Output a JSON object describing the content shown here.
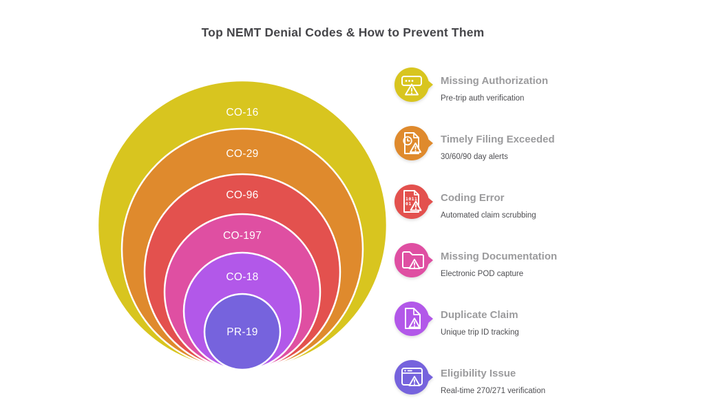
{
  "page": {
    "title": "Top NEMT Denial Codes & How to Prevent Them",
    "background": "#ffffff"
  },
  "chart_data": {
    "type": "nested-circles",
    "title": "Top NEMT Denial Codes & How to Prevent Them",
    "layout": "six concentric circles tangent at the bottom, largest (most common) outermost; matching legend on the right",
    "rings": [
      {
        "code": "CO-16",
        "reason": "Missing Authorization",
        "prevention": "Pre-trip auth verification",
        "color": "#d8c51f",
        "radius_px": 210
      },
      {
        "code": "CO-29",
        "reason": "Timely Filing Exceeded",
        "prevention": "30/60/90 day alerts",
        "color": "#df8a2d",
        "radius_px": 175
      },
      {
        "code": "CO-96",
        "reason": "Coding Error",
        "prevention": "Automated claim scrubbing",
        "color": "#e3514e",
        "radius_px": 142
      },
      {
        "code": "CO-197",
        "reason": "Missing Documentation",
        "prevention": "Electronic POD capture",
        "color": "#df4fa2",
        "radius_px": 113
      },
      {
        "code": "CO-18",
        "reason": "Duplicate Claim",
        "prevention": "Unique trip ID tracking",
        "color": "#b258e9",
        "radius_px": 85
      },
      {
        "code": "PR-19",
        "reason": "Eligibility Issue",
        "prevention": "Real-time 270/271 verification",
        "color": "#7663dd",
        "radius_px": 55
      }
    ],
    "ring_border_color": "#ffffff",
    "label_color": "#ffffff"
  },
  "legend": {
    "icons": [
      "auth-code-warning-icon",
      "document-clock-warning-icon",
      "binary-code-warning-icon",
      "folder-warning-icon",
      "document-warning-icon",
      "browser-warning-icon"
    ]
  }
}
